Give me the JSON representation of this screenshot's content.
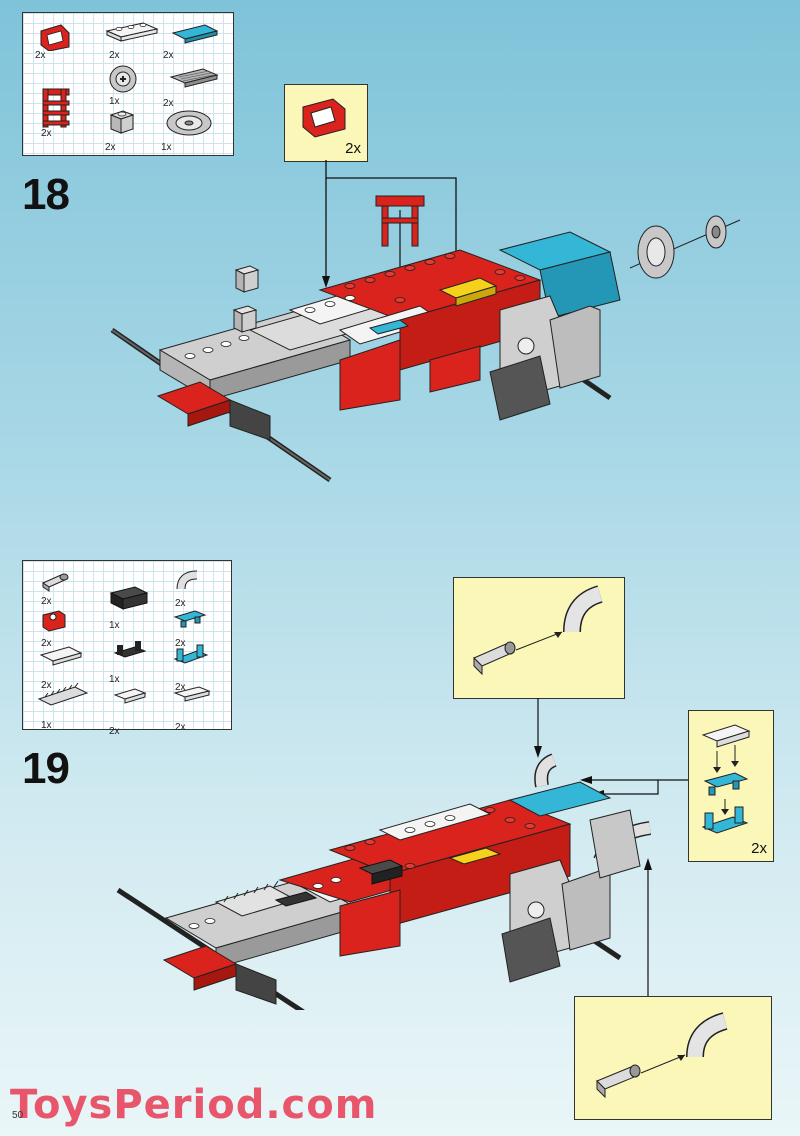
{
  "page_number": "50",
  "watermark": "ToysPeriod.com",
  "step18": {
    "number": "18",
    "parts": [
      {
        "qty": "2x",
        "icon": "red-slope-brick-icon",
        "color": "#d9231c"
      },
      {
        "qty": "2x",
        "icon": "white-plate-icon",
        "color": "#f4f4f4"
      },
      {
        "qty": "2x",
        "icon": "cyan-tile-icon",
        "color": "#34b6d6"
      },
      {
        "qty": "1x",
        "icon": "gear-icon",
        "color": "#c8c8c8"
      },
      {
        "qty": "2x",
        "icon": "grey-grille-plate-icon",
        "color": "#b5b5b5"
      },
      {
        "qty": "2x",
        "icon": "red-ladder-icon",
        "color": "#d9231c"
      },
      {
        "qty": "2x",
        "icon": "grey-brick-icon",
        "color": "#c0c0c0"
      },
      {
        "qty": "1x",
        "icon": "pulley-wheel-icon",
        "color": "#c8c8c8"
      }
    ],
    "callout_qty": "2x"
  },
  "step19": {
    "number": "19",
    "parts": [
      {
        "qty": "2x",
        "icon": "grey-tube-icon",
        "color": "#c8c8c8"
      },
      {
        "qty": "1x",
        "icon": "black-brick-icon",
        "color": "#333333"
      },
      {
        "qty": "2x",
        "icon": "grey-bent-pipe-icon",
        "color": "#c8c8c8"
      },
      {
        "qty": "2x",
        "icon": "red-hinge-icon",
        "color": "#d9231c"
      },
      {
        "qty": "1x",
        "icon": "black-clip-icon",
        "color": "#333333"
      },
      {
        "qty": "2x",
        "icon": "cyan-plate-clip-icon",
        "color": "#34b6d6"
      },
      {
        "qty": "2x",
        "icon": "white-plate-icon",
        "color": "#f4f4f4"
      },
      {
        "qty": "2x",
        "icon": "cyan-clip-icon",
        "color": "#34b6d6"
      },
      {
        "qty": "1x",
        "icon": "grey-rack-icon",
        "color": "#c8c8c8"
      },
      {
        "qty": "2x",
        "icon": "white-small-plate-icon",
        "color": "#f4f4f4"
      },
      {
        "qty": "2x",
        "icon": "white-plate-2-icon",
        "color": "#f4f4f4"
      }
    ],
    "callout_qty": "2x"
  }
}
